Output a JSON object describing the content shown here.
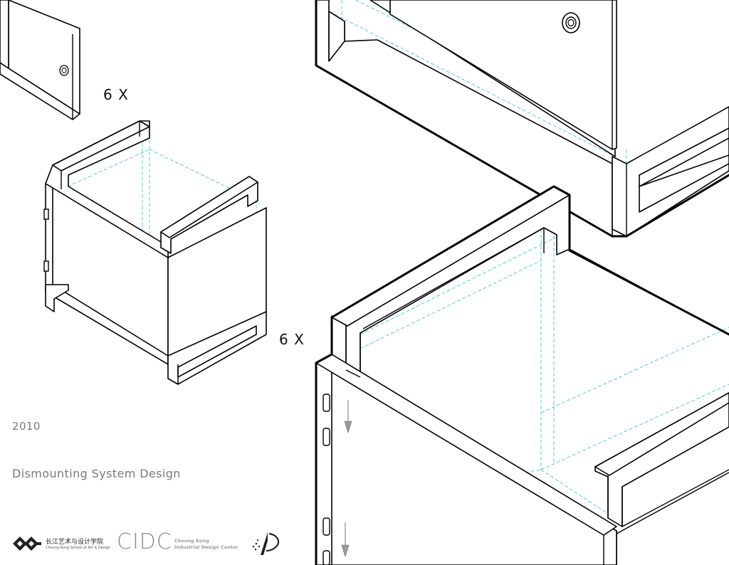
{
  "annotations": {
    "quantity_top": "6 X",
    "quantity_bottom": "6 X"
  },
  "meta": {
    "year": "2010",
    "project_title": "Dismounting System Design"
  },
  "logos": {
    "cksa_chinese": "长江艺术与设计学院",
    "cksa_english": "Cheung Kong School of Art & Design",
    "cidc_wordmark": "CIDC",
    "cidc_line1": "Cheung Kong",
    "cidc_line2": "Industrial Design Center"
  },
  "colors": {
    "ink": "#000000",
    "hidden_lines": "#3cc8d8",
    "meta_text": "#7a7a7a",
    "cidc_gray": "#8d8d8d"
  },
  "icons": [
    "cksa-logo-icon",
    "cidc-logo-icon",
    "academy-logo-icon",
    "knob-icon",
    "hinge-icon",
    "down-arrow-icon"
  ]
}
